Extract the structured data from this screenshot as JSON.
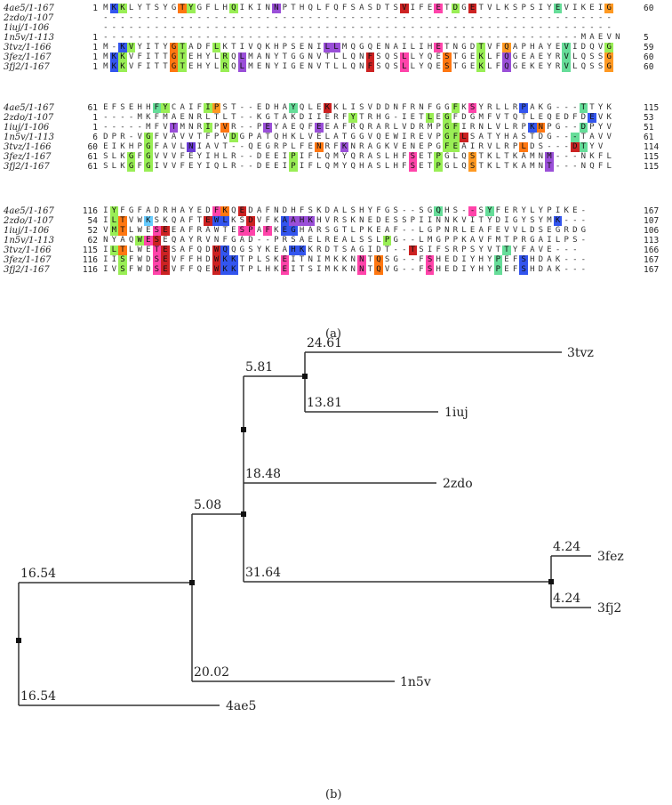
{
  "panel_a_label": "(a)",
  "panel_b_label": "(b)",
  "colors": {
    "A": "#66ccff",
    "B": "#3355ee",
    "C": "#ff7711",
    "D": "#ff44aa",
    "E": "#cc2222",
    "F": "#9a4fd8",
    "G": "#99ee55",
    "H": "#66dd99",
    "I": "#ff9922",
    "J": "#6b3bd6"
  },
  "alignment": [
    {
      "rows": [
        {
          "name": "4ae5/1-167",
          "start": "1",
          "seq": "MKKLYTSYGTYGFLHQIKINNPTHQLFQFSASDTSVIFEETDGETVLKSPSIYEVIKEIG",
          "hl": {
            "1": "B",
            "2": "G",
            "9": "C",
            "10": "G",
            "15": "G",
            "20": "F",
            "35": "E",
            "39": "D",
            "41": "G",
            "43": "E",
            "53": "H",
            "59": "I"
          },
          "end": "60"
        },
        {
          "name": "2zdo/1-107",
          "start": "",
          "seq": "------------------------------------------------------------",
          "hl": {},
          "end": ""
        },
        {
          "name": "1iuj/1-106",
          "start": "",
          "seq": "------------------------------------------------------------",
          "hl": {},
          "end": ""
        },
        {
          "name": "1n5v/1-113",
          "start": "1",
          "seq": "--------------------------------------------------------MAEVN",
          "hl": {},
          "end": "5"
        },
        {
          "name": "3tvz/1-166",
          "start": "1",
          "seq": "M-KVYITYGTADFLKTIVQKHPSENILLMQGQENAILIHETNGDTVFQAPHAYEVIDQVG",
          "hl": {
            "2": "B",
            "3": "G",
            "8": "C",
            "9": "G",
            "13": "G",
            "26": "F",
            "27": "F",
            "39": "D",
            "44": "G",
            "47": "I",
            "54": "H",
            "59": "G"
          },
          "end": "59"
        },
        {
          "name": "3fez/1-167",
          "start": "1",
          "seq": "MKKVFITTGTEHYLRQLMANYTGGNVTLLQNFSQSLLYQESTGEKLFQGEAEYRVLQSSG",
          "hl": {
            "1": "B",
            "2": "G",
            "8": "C",
            "9": "G",
            "14": "G",
            "16": "F",
            "31": "E",
            "35": "D",
            "40": "C",
            "44": "G",
            "47": "F",
            "54": "H",
            "59": "I"
          },
          "end": "60"
        },
        {
          "name": "3fj2/1-167",
          "start": "1",
          "seq": "MKKVFITTGTEHYLRQLMENYIGENVTLLQNFSQSLLYQESTGEKLFQGEKEYRVLQSSG",
          "hl": {
            "1": "B",
            "2": "G",
            "8": "C",
            "9": "G",
            "14": "G",
            "16": "F",
            "31": "E",
            "35": "D",
            "40": "C",
            "44": "G",
            "47": "F",
            "54": "H",
            "59": "I"
          },
          "end": "60"
        }
      ]
    },
    {
      "rows": [
        {
          "name": "4ae5/1-167",
          "start": "61",
          "seq": "EFSEHHFYCAIFIPST--EDHAYQLEKKLISVDDNFRNFGGFKSYRLLRPAKG---TTYK",
          "hl": {
            "6": "H",
            "7": "G",
            "12": "G",
            "13": "I",
            "22": "H",
            "26": "E",
            "41": "G",
            "43": "D",
            "49": "B",
            "56": "H"
          },
          "end": "115"
        },
        {
          "name": "2zdo/1-107",
          "start": "1",
          "seq": "----MKFMAENRLTLT--KGTAKDIIERFYTRHG-IETLEGFDGMFVTQTLEQEDFDEVK",
          "hl": {
            "29": "G",
            "38": "G",
            "40": "G",
            "57": "B"
          },
          "end": "53"
        },
        {
          "name": "1iuj/1-106",
          "start": "1",
          "seq": "-----MFVTMNRIPVR--PEYAEQFEEAFRQRARLVDRMPGFIRNLVLRPKNPG--DPYV",
          "hl": {
            "8": "F",
            "12": "G",
            "14": "C",
            "19": "F",
            "25": "F",
            "40": "G",
            "41": "G",
            "50": "B",
            "51": "C",
            "56": "H"
          },
          "end": "51"
        },
        {
          "name": "1n5v/1-113",
          "start": "6",
          "seq": "DPR-VGFVAVVTFPVDGPATQHKLVELATGGVQEWIREVPGFLSATYHASTDG---TAVV",
          "hl": {
            "5": "G",
            "15": "G",
            "40": "G",
            "41": "G",
            "42": "E",
            "55": "H"
          },
          "end": "61"
        },
        {
          "name": "3tvz/1-166",
          "start": "60",
          "seq": "EIKHPGFAVLNIAVT--QEGRPLFENRFKNRAGKVENEPGFEAIRVLRPLDS---DTYV",
          "hl": {
            "5": "G",
            "10": "J",
            "25": "C",
            "28": "F",
            "40": "G",
            "41": "G",
            "49": "C",
            "55": "E",
            "56": "H"
          },
          "end": "114"
        },
        {
          "name": "3fez/1-167",
          "start": "61",
          "seq": "SLKGFGVVVFEYIHLR--DEEIPIFLQMYQRASLHFSETPGLQSTKLTKAMNM---NKFL",
          "hl": {
            "3": "G",
            "5": "G",
            "22": "G",
            "36": "D",
            "39": "G",
            "43": "I",
            "52": "F"
          },
          "end": "115"
        },
        {
          "name": "3fj2/1-167",
          "start": "61",
          "seq": "SLKGFGIVVFEYIQLR--DEEIPIFLQMYQHASLHFSETPGLQSTKLTKAMNT---NQFL",
          "hl": {
            "3": "G",
            "5": "G",
            "22": "G",
            "36": "D",
            "39": "G",
            "43": "I",
            "52": "F"
          },
          "end": "115"
        }
      ]
    },
    {
      "rows": [
        {
          "name": "4ae5/1-167",
          "start": "116",
          "seq": "IYFGFADRHAYEDFKQEDAFNDHFSKDALSHYFGS--SGQHS--SYFERYLYPIKE-",
          "hl": {
            "1": "G",
            "13": "D",
            "14": "C",
            "16": "E",
            "39": "H",
            "43": "D",
            "45": "H"
          },
          "end": "167"
        },
        {
          "name": "2zdo/1-107",
          "start": "54",
          "seq": "ILTVWKSKQAFTEWLKSDVFKAAHKHVRSKNEDESSPIINNKVITYDIGYSYMK---",
          "hl": {
            "1": "G",
            "2": "C",
            "5": "A",
            "12": "E",
            "13": "B",
            "14": "B",
            "17": "E",
            "21": "B",
            "22": "F",
            "23": "F",
            "24": "F",
            "53": "B"
          },
          "end": "107"
        },
        {
          "name": "1iuj/1-106",
          "start": "52",
          "seq": "VMTLWESEEAFRAWTESPAFKEGHARSGTLPKEAF--LGPNRLEAFEVVLDSEGRDG",
          "hl": {
            "1": "G",
            "2": "C",
            "6": "D",
            "7": "E",
            "16": "D",
            "17": "D",
            "19": "D",
            "21": "B",
            "22": "B"
          },
          "end": "106"
        },
        {
          "name": "1n5v/1-113",
          "start": "62",
          "seq": "NYAQWESEQAYRVNFGAD--PRSAELREALSSLPG--LMGPPKAVFMTPRGAILPS-",
          "hl": {
            "4": "G",
            "5": "D",
            "6": "E",
            "33": "G"
          },
          "end": "113"
        },
        {
          "name": "3tvz/1-166",
          "start": "115",
          "seq": "ILTLWETESAFQDWQQGSYKEAHKKRDTSAGIDT--TSIFSRPSYVTTYFAVE---",
          "hl": {
            "1": "G",
            "2": "C",
            "6": "D",
            "7": "E",
            "13": "E",
            "14": "B",
            "22": "B",
            "23": "B",
            "36": "E",
            "47": "H"
          },
          "end": "166"
        },
        {
          "name": "3fez/1-167",
          "start": "116",
          "seq": "IISFWDSEVFFHDWKKTPLSKEITNIMKKNNTQSG--FSHEDIYHYPEFSHDAK---",
          "hl": {
            "2": "G",
            "6": "D",
            "7": "E",
            "13": "E",
            "14": "B",
            "15": "B",
            "21": "D",
            "30": "D",
            "32": "C",
            "38": "D",
            "46": "H",
            "49": "B"
          },
          "end": "167"
        },
        {
          "name": "3fj2/1-167",
          "start": "116",
          "seq": "IVSFWDSEVFFQEWKKTPLHKEITSIMKKNNTQVG--FSHEDIYHYPEFSHDAK---",
          "hl": {
            "2": "G",
            "6": "D",
            "7": "E",
            "13": "E",
            "14": "B",
            "15": "B",
            "21": "D",
            "30": "D",
            "32": "C",
            "38": "D",
            "46": "H",
            "49": "B"
          },
          "end": "167"
        }
      ]
    }
  ],
  "tree": {
    "leaves": [
      {
        "id": "3tvz",
        "label": "3tvz",
        "branch": "24.61"
      },
      {
        "id": "1iuj",
        "label": "1iuj",
        "branch": "13.81"
      },
      {
        "id": "2zdo",
        "label": "2zdo",
        "branch": "18.48"
      },
      {
        "id": "3fez",
        "label": "3fez",
        "branch": "4.24"
      },
      {
        "id": "3fj2",
        "label": "3fj2",
        "branch": "4.24"
      },
      {
        "id": "1n5v",
        "label": "1n5v",
        "branch": "20.02"
      },
      {
        "id": "4ae5",
        "label": "4ae5",
        "branch": "16.54"
      }
    ],
    "internal": [
      {
        "id": "n_3tvz_1iuj",
        "branch": "5.81"
      },
      {
        "id": "n_fez_fj2",
        "branch": "31.64"
      },
      {
        "id": "n_upper",
        "branch": "5.08"
      },
      {
        "id": "n_main",
        "branch": "16.54"
      }
    ]
  }
}
